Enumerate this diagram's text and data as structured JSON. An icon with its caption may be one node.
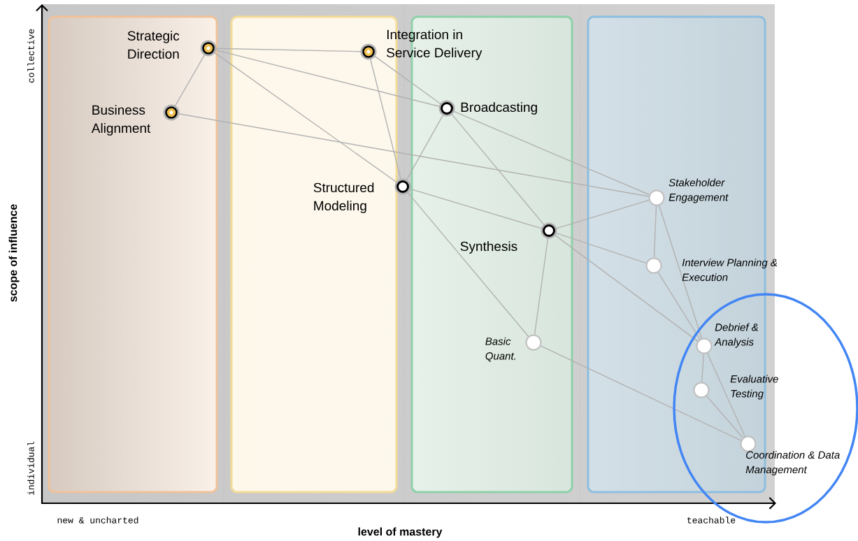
{
  "diagram": {
    "nodes": [
      {
        "text": [
          "Strategic Direction"
        ]
      },
      {
        "text": [
          "Integration in Service Delivery"
        ]
      },
      {
        "text": [
          "Business Alignment"
        ]
      },
      {
        "text": [
          "Broadcasting"
        ]
      },
      {
        "text": [
          "Structured Modeling"
        ]
      },
      {
        "text": [
          "Stakeholder Engagement"
        ]
      },
      {
        "text": [
          "Synthesis"
        ]
      },
      {
        "text": [
          "Interview Planning & Execution"
        ]
      },
      {
        "text": [
          "Basic Quant."
        ]
      },
      {
        "text": [
          "Debrief & Analysis"
        ]
      },
      {
        "text": [
          "Evaluative Testing"
        ]
      },
      {
        "text": [
          "Coordination & Data Management"
        ]
      }
    ],
    "edges": [
      {
        "from": 0,
        "to": 2,
        "arrow": "none"
      },
      {
        "from": 0,
        "to": 1,
        "arrow": "none"
      },
      {
        "from": 0,
        "to": 3,
        "arrow": "none"
      },
      {
        "from": 0,
        "to": 4,
        "arrow": "none"
      },
      {
        "from": 1,
        "to": 4,
        "arrow": "none"
      },
      {
        "from": 1,
        "to": 3,
        "arrow": "none"
      },
      {
        "from": 2,
        "to": 5,
        "arrow": "none"
      },
      {
        "from": 3,
        "to": 4,
        "arrow": "none"
      },
      {
        "from": 3,
        "to": 6,
        "arrow": "none"
      },
      {
        "from": 3,
        "to": 5,
        "arrow": "none"
      },
      {
        "from": 4,
        "to": 6,
        "arrow": "none"
      },
      {
        "from": 4,
        "to": 8,
        "arrow": "none"
      },
      {
        "from": 6,
        "to": 5,
        "arrow": "none"
      },
      {
        "from": 6,
        "to": 7,
        "arrow": "none"
      },
      {
        "from": 6,
        "to": 8,
        "arrow": "none"
      },
      {
        "from": 6,
        "to": 9,
        "arrow": "none"
      },
      {
        "from": 5,
        "to": 7,
        "arrow": "none"
      },
      {
        "from": 5,
        "to": 9,
        "arrow": "none"
      },
      {
        "from": 7,
        "to": 9,
        "arrow": "none"
      },
      {
        "from": 9,
        "to": 10,
        "arrow": "none"
      },
      {
        "from": 9,
        "to": 11,
        "arrow": "none"
      },
      {
        "from": 10,
        "to": 11,
        "arrow": "none"
      },
      {
        "from": 8,
        "to": 11,
        "arrow": "none"
      }
    ],
    "labels": [
      "collective",
      "scope of influence",
      "individual",
      "new & uncharted",
      "level of mastery",
      "teachable"
    ]
  }
}
